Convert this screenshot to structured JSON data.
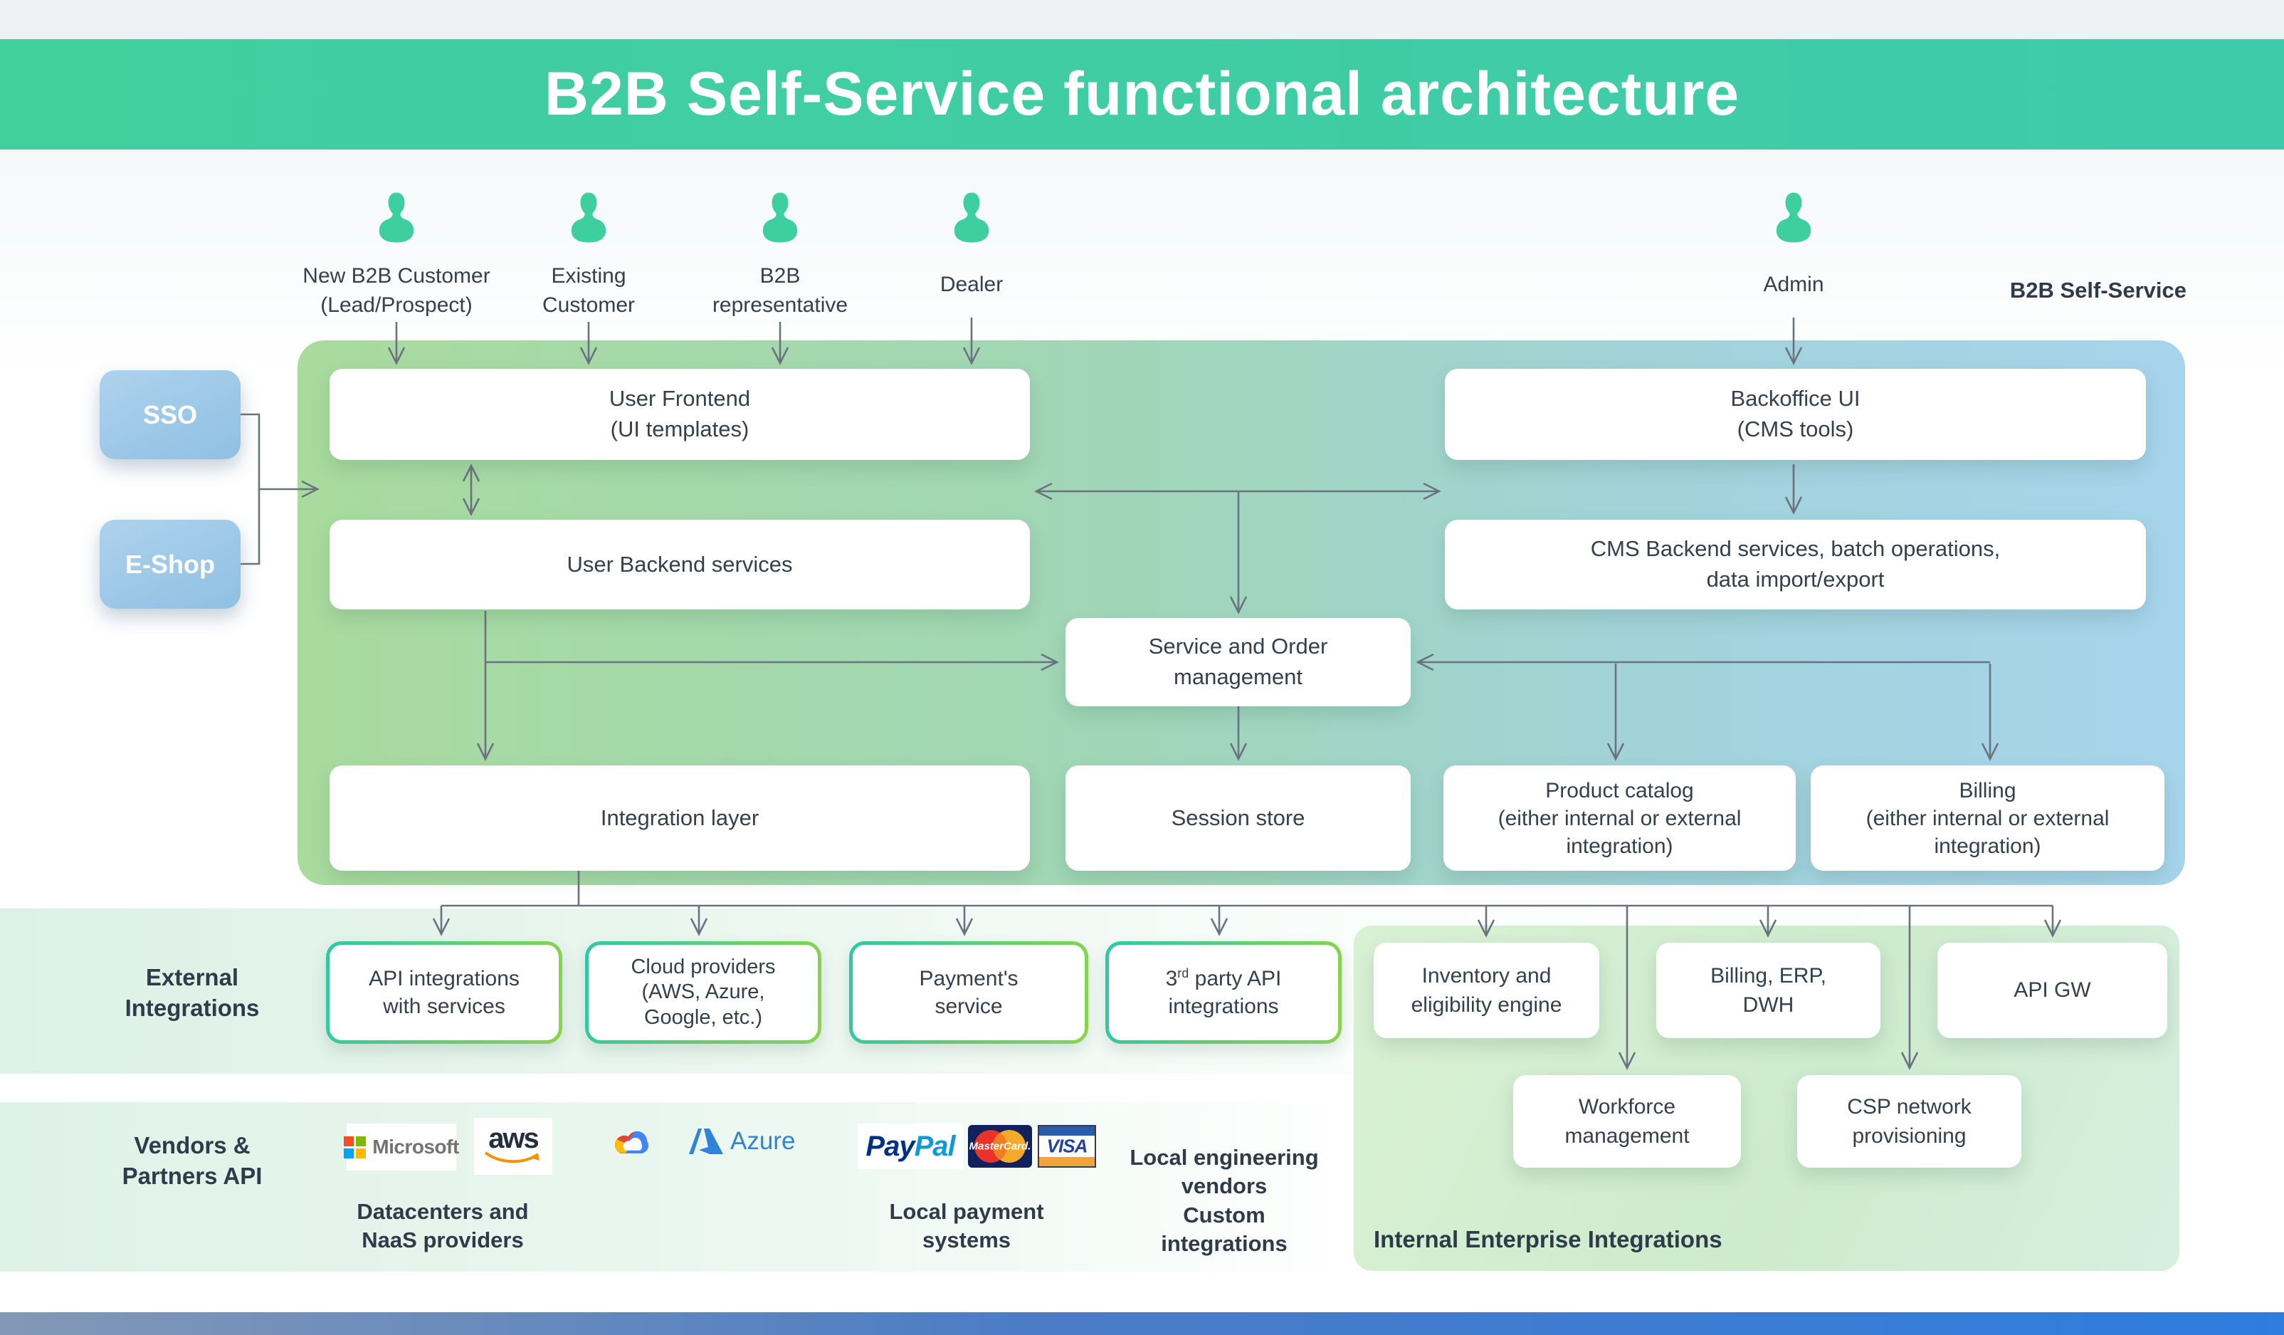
{
  "title": "B2B Self-Service functional architecture",
  "brand": "B2B Self-Service",
  "colors": {
    "title_bar": "#3fcda4",
    "actor_icon": "#3ecf9f",
    "panel_green": "#a9db9e",
    "panel_blue": "#a6d4ec",
    "blue_node": "#9cc7e7",
    "green_border": "#2cc9a6",
    "wire": "#6b7380",
    "text": "#35404d",
    "bottom_bar_left": "#8398b6",
    "bottom_bar_right": "#2e7ddf"
  },
  "actors": [
    {
      "line1": "New B2B Customer",
      "line2": "(Lead/Prospect)"
    },
    {
      "line1": "Existing",
      "line2": "Customer"
    },
    {
      "line1": "B2B",
      "line2": "representative"
    },
    {
      "line1": "Dealer",
      "line2": ""
    },
    {
      "line1": "Admin",
      "line2": ""
    }
  ],
  "left_nodes": [
    {
      "label": "SSO"
    },
    {
      "label": "E-Shop"
    }
  ],
  "core_boxes": {
    "user_frontend": {
      "line1": "User Frontend",
      "line2": "(UI templates)"
    },
    "backoffice_ui": {
      "line1": "Backoffice UI",
      "line2": "(CMS tools)"
    },
    "user_backend": {
      "line1": "User Backend services"
    },
    "cms_backend": {
      "line1": "CMS Backend services, batch operations,",
      "line2": "data import/export"
    },
    "service_order": {
      "line1": "Service and Order",
      "line2": "management"
    },
    "integration_layer": {
      "line1": "Integration layer"
    },
    "session_store": {
      "line1": "Session store"
    },
    "product_catalog": {
      "line1": "Product catalog",
      "line2": "(either internal or external",
      "line3": "integration)"
    },
    "billing": {
      "line1": "Billing",
      "line2": "(either internal or external",
      "line3": "integration)"
    }
  },
  "external": {
    "label_line1": "External",
    "label_line2": "Integrations",
    "boxes": [
      {
        "line1": "API integrations",
        "line2": "with services"
      },
      {
        "line1": "Cloud providers",
        "line2": "(AWS, Azure,",
        "line3": "Google, etc.)"
      },
      {
        "line1": "Payment's",
        "line2": "service"
      },
      {
        "pre": "3",
        "sup": "rd",
        "post": " party API",
        "line2": "integrations"
      }
    ]
  },
  "internal": {
    "label": "Internal Enterprise Integrations",
    "boxes": [
      {
        "line1": "Inventory and",
        "line2": "eligibility engine"
      },
      {
        "line1": "Billing, ERP,",
        "line2": "DWH"
      },
      {
        "line1": "API GW",
        "line2": ""
      },
      {
        "line1": "Workforce",
        "line2": "management"
      },
      {
        "line1": "CSP network",
        "line2": "provisioning"
      }
    ]
  },
  "vendors": {
    "label_line1": "Vendors &",
    "label_line2": "Partners API",
    "logos": {
      "microsoft": "Microsoft",
      "aws": "aws",
      "azure": "Azure",
      "paypal_pay": "Pay",
      "paypal_pal": "Pal",
      "mastercard": "MasterCard.",
      "visa": "VISA"
    },
    "captions": {
      "datacenters": {
        "line1": "Datacenters and",
        "line2": "NaaS providers"
      },
      "payments": {
        "line1": "Local payment",
        "line2": "systems"
      },
      "engineering": {
        "line1": "Local engineering",
        "line2": "vendors",
        "line3": "Custom",
        "line4": "integrations"
      }
    }
  }
}
